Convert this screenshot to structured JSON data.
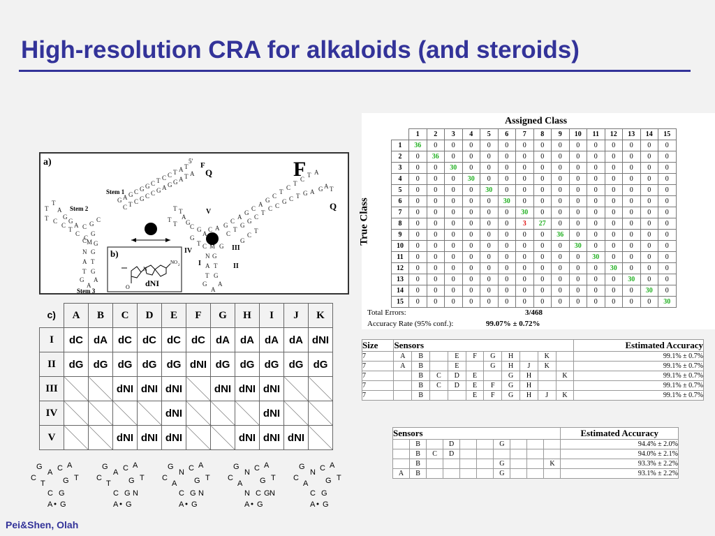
{
  "title": "High-resolution CRA for alkaloids (and steroids)",
  "footer": "Pei&Shen, Olah",
  "panel_a": {
    "label": "a)",
    "inset_label": "b)",
    "big_F": "F",
    "Q1": "Q",
    "Q2": "Q",
    "F_small": "F",
    "five_prime": "5'",
    "stem1": "Stem 1",
    "stem2": "Stem 2",
    "stem3": "Stem 3",
    "inset_dni": "dNI",
    "inset_no2": "NO",
    "inset_sub2": "2",
    "inset_n": "N",
    "inset_o": "O",
    "roman": [
      "V",
      "IV",
      "III",
      "I",
      "II"
    ]
  },
  "confusion": {
    "title": "Assigned Class",
    "ylabel": "True Class",
    "columns": [
      "1",
      "2",
      "3",
      "4",
      "5",
      "6",
      "7",
      "8",
      "9",
      "10",
      "11",
      "12",
      "13",
      "14",
      "15"
    ],
    "rows": [
      [
        "36",
        "0",
        "0",
        "0",
        "0",
        "0",
        "0",
        "0",
        "0",
        "0",
        "0",
        "0",
        "0",
        "0",
        "0"
      ],
      [
        "0",
        "36",
        "0",
        "0",
        "0",
        "0",
        "0",
        "0",
        "0",
        "0",
        "0",
        "0",
        "0",
        "0",
        "0"
      ],
      [
        "0",
        "0",
        "30",
        "0",
        "0",
        "0",
        "0",
        "0",
        "0",
        "0",
        "0",
        "0",
        "0",
        "0",
        "0"
      ],
      [
        "0",
        "0",
        "0",
        "30",
        "0",
        "0",
        "0",
        "0",
        "0",
        "0",
        "0",
        "0",
        "0",
        "0",
        "0"
      ],
      [
        "0",
        "0",
        "0",
        "0",
        "30",
        "0",
        "0",
        "0",
        "0",
        "0",
        "0",
        "0",
        "0",
        "0",
        "0"
      ],
      [
        "0",
        "0",
        "0",
        "0",
        "0",
        "30",
        "0",
        "0",
        "0",
        "0",
        "0",
        "0",
        "0",
        "0",
        "0"
      ],
      [
        "0",
        "0",
        "0",
        "0",
        "0",
        "0",
        "30",
        "0",
        "0",
        "0",
        "0",
        "0",
        "0",
        "0",
        "0"
      ],
      [
        "0",
        "0",
        "0",
        "0",
        "0",
        "0",
        "3",
        "27",
        "0",
        "0",
        "0",
        "0",
        "0",
        "0",
        "0"
      ],
      [
        "0",
        "0",
        "0",
        "0",
        "0",
        "0",
        "0",
        "0",
        "36",
        "0",
        "0",
        "0",
        "0",
        "0",
        "0"
      ],
      [
        "0",
        "0",
        "0",
        "0",
        "0",
        "0",
        "0",
        "0",
        "0",
        "30",
        "0",
        "0",
        "0",
        "0",
        "0"
      ],
      [
        "0",
        "0",
        "0",
        "0",
        "0",
        "0",
        "0",
        "0",
        "0",
        "0",
        "30",
        "0",
        "0",
        "0",
        "0"
      ],
      [
        "0",
        "0",
        "0",
        "0",
        "0",
        "0",
        "0",
        "0",
        "0",
        "0",
        "0",
        "30",
        "0",
        "0",
        "0"
      ],
      [
        "0",
        "0",
        "0",
        "0",
        "0",
        "0",
        "0",
        "0",
        "0",
        "0",
        "0",
        "0",
        "30",
        "0",
        "0"
      ],
      [
        "0",
        "0",
        "0",
        "0",
        "0",
        "0",
        "0",
        "0",
        "0",
        "0",
        "0",
        "0",
        "0",
        "30",
        "0"
      ],
      [
        "0",
        "0",
        "0",
        "0",
        "0",
        "0",
        "0",
        "0",
        "0",
        "0",
        "0",
        "0",
        "0",
        "0",
        "30"
      ]
    ],
    "total_errors_label": "Total Errors:",
    "total_errors_value": "3/468",
    "accuracy_label": "Accuracy Rate (95% conf.):",
    "accuracy_value": "99.07% ± 0.72%",
    "highlight_green": "#22b022",
    "highlight_red": "#e01010"
  },
  "sensors1": {
    "header_size": "Size",
    "header_sensors": "Sensors",
    "header_acc": "Estimated Accuracy",
    "rows": [
      {
        "size": "7",
        "cells": [
          "A",
          "B",
          "",
          "E",
          "F",
          "G",
          "H",
          "",
          "K"
        ],
        "acc": "99.1% ± 0.7%"
      },
      {
        "size": "7",
        "cells": [
          "A",
          "B",
          "",
          "E",
          "",
          "G",
          "H",
          "J",
          "K"
        ],
        "acc": "99.1% ± 0.7%"
      },
      {
        "size": "7",
        "cells": [
          "",
          "B",
          "C",
          "D",
          "E",
          "",
          "G",
          "H",
          "",
          "K"
        ],
        "acc": "99.1% ± 0.7%"
      },
      {
        "size": "7",
        "cells": [
          "",
          "B",
          "C",
          "D",
          "E",
          "F",
          "G",
          "H",
          "",
          ""
        ],
        "acc": "99.1% ± 0.7%"
      },
      {
        "size": "7",
        "cells": [
          "",
          "B",
          "",
          "",
          "E",
          "F",
          "G",
          "H",
          "J",
          "K"
        ],
        "acc": "99.1% ± 0.7%"
      }
    ]
  },
  "sensors2": {
    "header_sensors": "Sensors",
    "header_acc": "Estimated Accuracy",
    "rows": [
      {
        "cells": [
          "",
          "B",
          "",
          "D",
          "",
          "",
          "G",
          "",
          "",
          ""
        ],
        "acc": "94.4% ± 2.0%"
      },
      {
        "cells": [
          "",
          "B",
          "C",
          "D",
          "",
          "",
          "",
          "",
          "",
          ""
        ],
        "acc": "94.0% ± 2.1%"
      },
      {
        "cells": [
          "",
          "B",
          "",
          "",
          "",
          "",
          "G",
          "",
          "",
          "K"
        ],
        "acc": "93.3% ± 2.2%"
      },
      {
        "cells": [
          "A",
          "B",
          "",
          "",
          "",
          "",
          "G",
          "",
          "",
          ""
        ],
        "acc": "93.1% ± 2.2%"
      }
    ]
  },
  "grid_c": {
    "label": "c)",
    "columns": [
      "A",
      "B",
      "C",
      "D",
      "E",
      "F",
      "G",
      "H",
      "I",
      "J",
      "K"
    ],
    "row_labels": [
      "I",
      "II",
      "III",
      "IV",
      "V"
    ],
    "rows": [
      [
        "dC",
        "dA",
        "dC",
        "dC",
        "dC",
        "dC",
        "dA",
        "dA",
        "dA",
        "dA",
        "dNI"
      ],
      [
        "dG",
        "dG",
        "dG",
        "dG",
        "dG",
        "dNI",
        "dG",
        "dG",
        "dG",
        "dG",
        "dG"
      ],
      [
        "",
        "",
        "dNI",
        "dNI",
        "dNI",
        "",
        "dNI",
        "dNI",
        "dNI",
        "",
        ""
      ],
      [
        "",
        "",
        "",
        "",
        "dNI",
        "",
        "",
        "",
        "dNI",
        "",
        ""
      ],
      [
        "",
        "",
        "dNI",
        "dNI",
        "dNI",
        "",
        "",
        "dNI",
        "dNI",
        "dNI",
        ""
      ]
    ]
  },
  "stems": [
    {
      "loop": [
        "G",
        "A",
        "C",
        "A"
      ],
      "side": [
        "C",
        "T",
        "G",
        "T"
      ],
      "base": [
        "C",
        "G"
      ],
      "pair": [
        "A",
        "G"
      ]
    },
    {
      "loop": [
        "G",
        "A",
        "C",
        "A"
      ],
      "side": [
        "C",
        "T",
        "G",
        "T"
      ],
      "base": [
        "C",
        "G",
        "N"
      ],
      "pair": [
        "A",
        "G"
      ]
    },
    {
      "loop": [
        "G",
        "N",
        "C",
        "A"
      ],
      "side": [
        "C",
        "A",
        "G",
        "T"
      ],
      "base": [
        "C",
        "G",
        "N"
      ],
      "pair": [
        "A",
        "G"
      ]
    },
    {
      "loop": [
        "G",
        "N",
        "C",
        "A"
      ],
      "side": [
        "C",
        "A",
        "G",
        "T"
      ],
      "base": [
        "N",
        "C",
        "G",
        "N"
      ],
      "pair": [
        "A",
        "G"
      ]
    },
    {
      "loop": [
        "G",
        "N",
        "C",
        "A"
      ],
      "side": [
        "C",
        "A",
        "G",
        "T"
      ],
      "base": [
        "C",
        "G"
      ],
      "pair": [
        "A",
        "G"
      ]
    }
  ]
}
